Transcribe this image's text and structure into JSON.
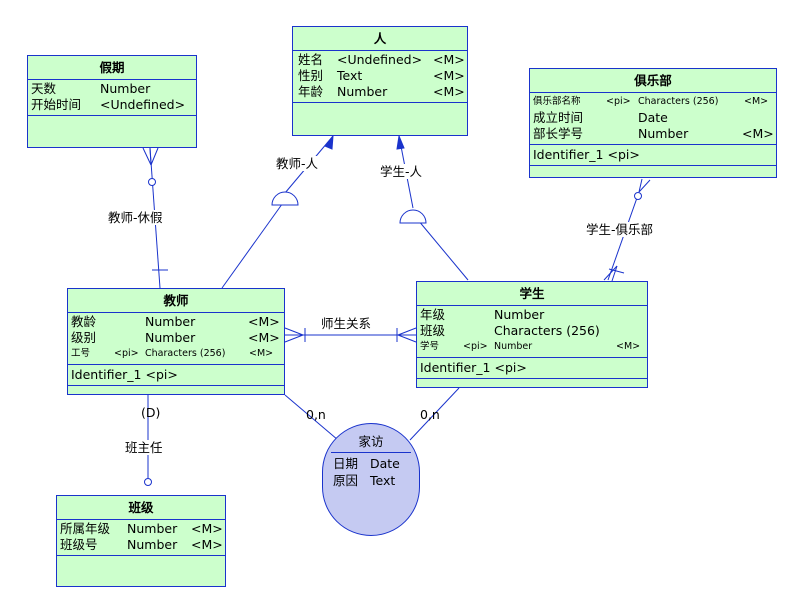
{
  "entities": {
    "person": {
      "title": "人",
      "attributes": [
        {
          "name": "姓名",
          "type": "<Undefined>",
          "flag": "<M>"
        },
        {
          "name": "性别",
          "type": "Text",
          "flag": "<M>"
        },
        {
          "name": "年龄",
          "type": "Number",
          "flag": "<M>"
        }
      ]
    },
    "holiday": {
      "title": "假期",
      "attributes": [
        {
          "name": "天数",
          "type": "Number"
        },
        {
          "name": "开始时间",
          "type": "<Undefined>"
        }
      ]
    },
    "club": {
      "title": "俱乐部",
      "attributes": [
        {
          "name": "俱乐部名称",
          "pi": "<pi>",
          "type": "Characters (256)",
          "flag": "<M>"
        },
        {
          "name": "成立时间",
          "type": "Date"
        },
        {
          "name": "部长学号",
          "type": "Number",
          "flag": "<M>"
        }
      ],
      "identifier": "Identifier_1  <pi>"
    },
    "teacher": {
      "title": "教师",
      "attributes": [
        {
          "name": "教龄",
          "type": "Number",
          "flag": "<M>"
        },
        {
          "name": "级别",
          "type": "Number",
          "flag": "<M>"
        },
        {
          "name": "工号",
          "pi": "<pi>",
          "type": "Characters (256)",
          "flag": "<M>"
        }
      ],
      "identifier": "Identifier_1  <pi>"
    },
    "student": {
      "title": "学生",
      "attributes": [
        {
          "name": "年级",
          "type": "Number"
        },
        {
          "name": "班级",
          "type": "Characters (256)"
        },
        {
          "name": "学号",
          "pi": "<pi>",
          "type": "Number",
          "flag": "<M>"
        }
      ],
      "identifier": "Identifier_1  <pi>"
    },
    "class": {
      "title": "班级",
      "attributes": [
        {
          "name": "所属年级",
          "type": "Number",
          "flag": "<M>"
        },
        {
          "name": "班级号",
          "type": "Number",
          "flag": "<M>"
        }
      ]
    }
  },
  "association": {
    "title": "家访",
    "attributes": [
      {
        "name": "日期",
        "type": "Date"
      },
      {
        "name": "原因",
        "type": "Text"
      }
    ]
  },
  "relationships": {
    "teacher_holiday": "教师-休假",
    "teacher_person": "教师-人",
    "student_person": "学生-人",
    "student_club": "学生-俱乐部",
    "teacher_student": "师生关系",
    "head_teacher": "班主任",
    "dependent_marker": "(D)",
    "visit_teacher_card": "0,n",
    "visit_student_card": "0,n"
  }
}
